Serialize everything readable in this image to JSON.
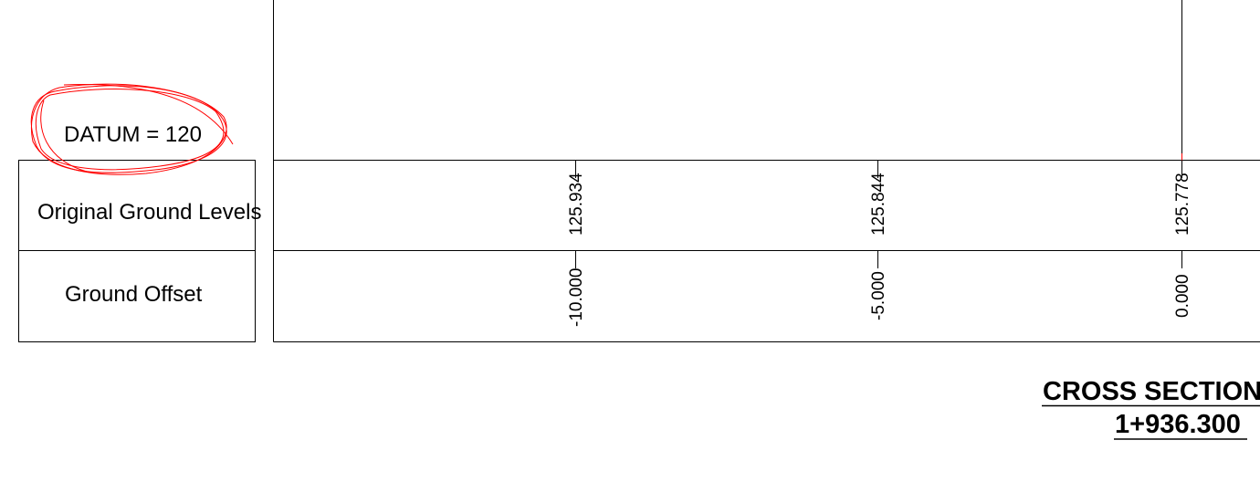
{
  "datum_label": "DATUM = 120",
  "rows": {
    "original_ground_levels": "Original Ground Levels",
    "ground_offset": "Ground Offset"
  },
  "stations": [
    {
      "level": "125.934",
      "offset": "-10.000"
    },
    {
      "level": "125.844",
      "offset": "-5.000"
    },
    {
      "level": "125.778",
      "offset": "0.000"
    }
  ],
  "title": {
    "line1": "CROSS SECTION",
    "line2": "1+936.300"
  },
  "colors": {
    "line": "#000000",
    "markup": "#ff0000"
  }
}
